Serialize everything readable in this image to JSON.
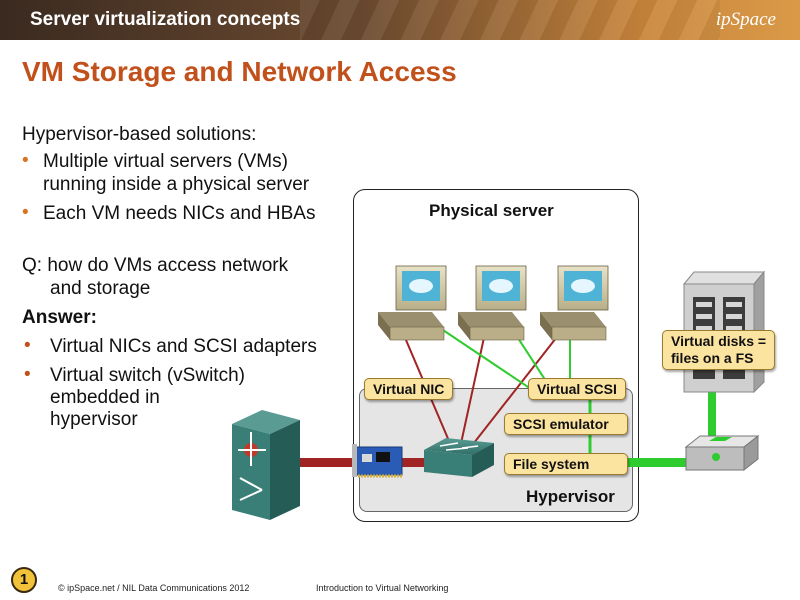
{
  "header": {
    "section_title": "Server virtualization concepts",
    "brand": "ipSpace"
  },
  "slide": {
    "title": "VM Storage and Network Access",
    "intro": "Hypervisor-based solutions:",
    "bullets": [
      {
        "line1": "Multiple virtual servers (VMs)",
        "line2": "running inside a physical server"
      },
      {
        "line1": "Each VM needs NICs and HBAs"
      }
    ],
    "question_line1": "Q: how do VMs access network",
    "question_line2": "and storage",
    "answer_label": "Answer:",
    "answer_bullets": [
      {
        "line1": "Virtual NICs and SCSI adapters"
      },
      {
        "line1": "Virtual switch (vSwitch)",
        "line2": "embedded in",
        "line3": "hypervisor"
      }
    ]
  },
  "diagram": {
    "physical_server_label": "Physical server",
    "hypervisor_label": "Hypervisor",
    "virtual_nic_label": "Virtual NIC",
    "virtual_scsi_label": "Virtual SCSI",
    "scsi_emulator_label": "SCSI emulator",
    "file_system_label": "File system",
    "virtual_disks_line1": "Virtual disks =",
    "virtual_disks_line2": "files on a FS",
    "colors": {
      "network_link": "#a02424",
      "storage_link": "#2ecc2e",
      "callout_fill": "#fbe3a0",
      "title_orange": "#c1501a"
    }
  },
  "footer": {
    "page_number": "1",
    "copyright": "© ipSpace.net / NIL Data Communications 2012",
    "course": "Introduction to Virtual Networking"
  }
}
